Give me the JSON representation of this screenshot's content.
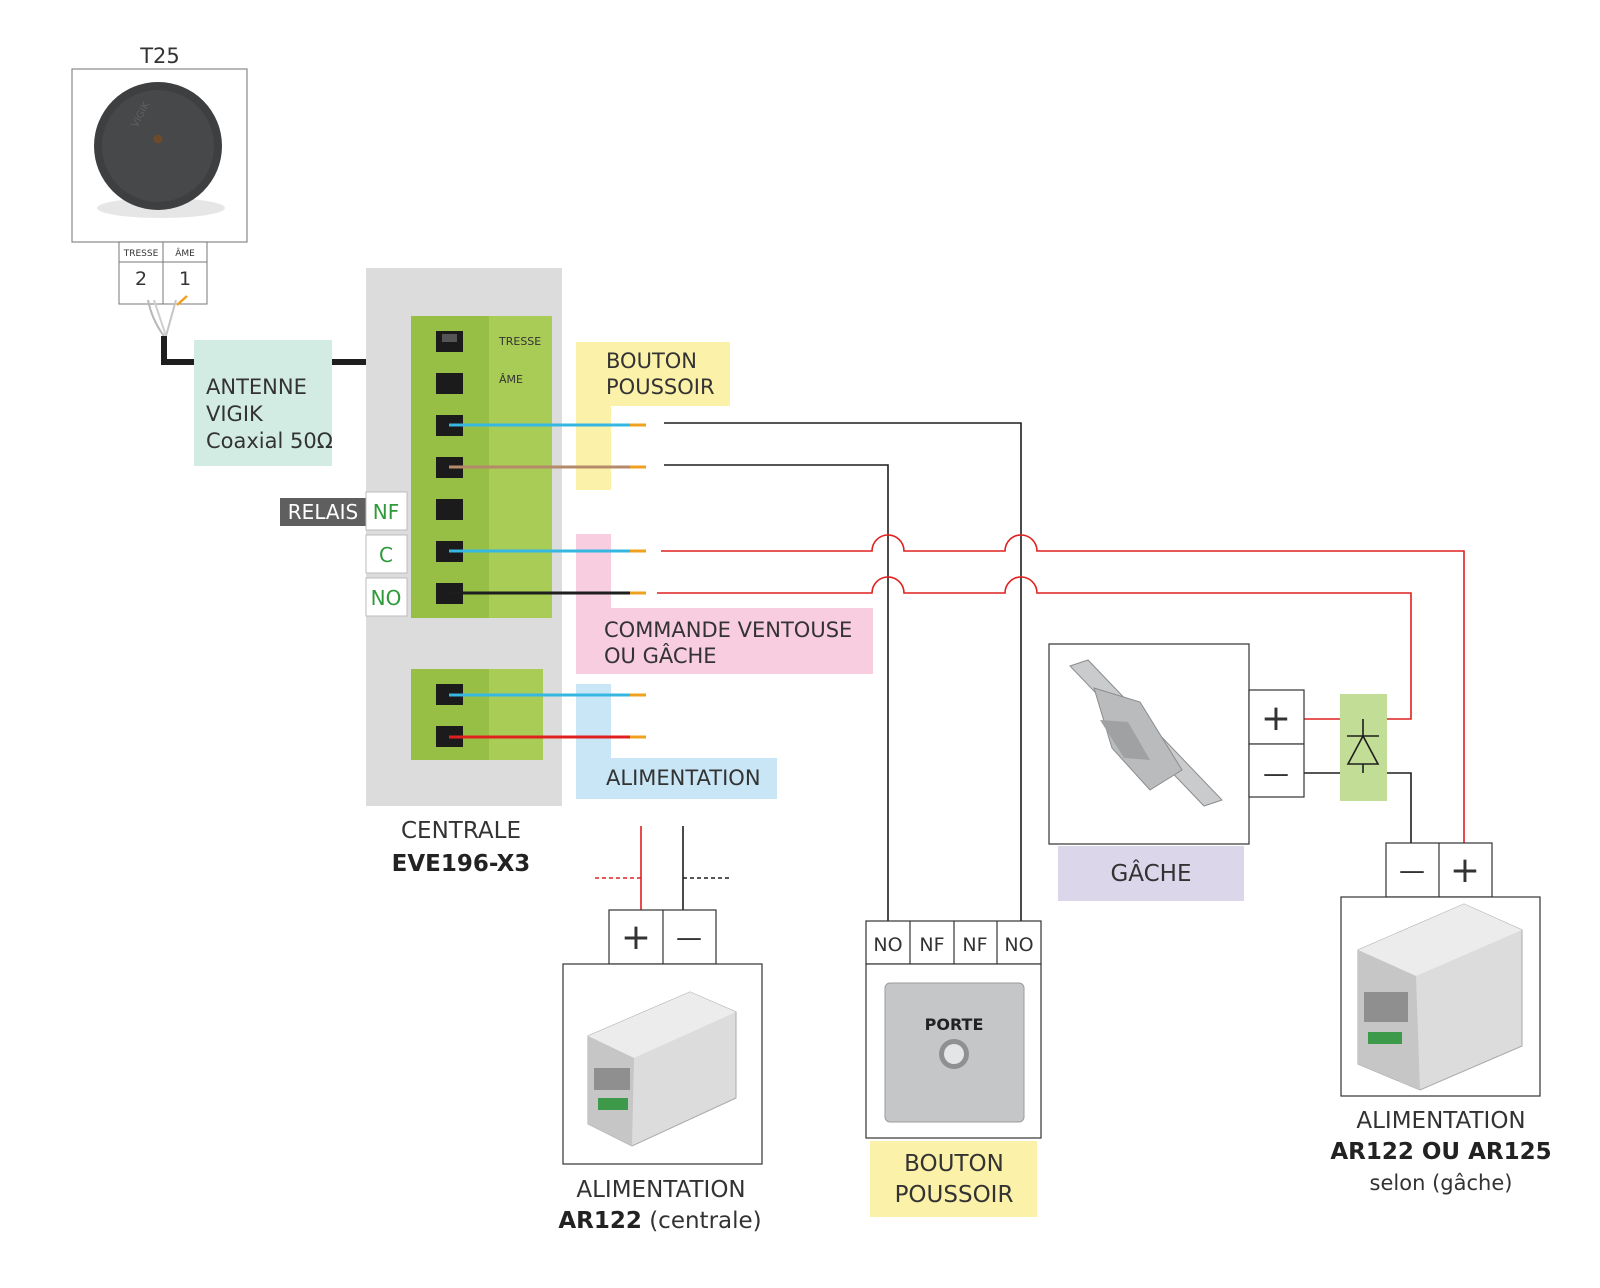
{
  "antenna": {
    "model": "T25",
    "terminal_labels": [
      "TRESSE",
      "ÂME"
    ],
    "terminal_numbers": [
      "2",
      "1"
    ],
    "tag_line1": "ANTENNE",
    "tag_line2": "VIGIK",
    "tag_line3": "Coaxial 50Ω",
    "device_text": "VIGIK",
    "tag_color": "#d3ece3"
  },
  "centrale": {
    "label": "CENTRALE",
    "model": "EVE196-X3",
    "terminal_tresse": "TRESSE",
    "terminal_ame": "ÂME",
    "relay_label": "RELAIS",
    "relay_contacts": [
      "NF",
      "C",
      "NO"
    ],
    "panel_color": "#dcdcdc",
    "connector_color": "#a9cc57"
  },
  "bouton_tag": {
    "line1": "BOUTON",
    "line2": "POUSSOIR",
    "color": "#fbf1a9"
  },
  "commande_tag": {
    "line1": "COMMANDE VENTOUSE",
    "line2": "OU GÂCHE",
    "color": "#f8cde0"
  },
  "alimentation_tag": {
    "label": "ALIMENTATION",
    "color": "#c8e6f6"
  },
  "gache": {
    "label": "GÂCHE",
    "plus": "+",
    "minus": "—",
    "tag_color": "#dcd6ea",
    "diode_color": "#c2dd95"
  },
  "alim_centrale": {
    "plus": "+",
    "minus": "—",
    "label": "ALIMENTATION",
    "model": "AR122",
    "suffix": " (centrale)"
  },
  "bouton_poussoir": {
    "contacts": [
      "NO",
      "NF",
      "NF",
      "NO"
    ],
    "plate_text": "PORTE",
    "label_line1": "BOUTON",
    "label_line2": "POUSSOIR",
    "tag_color": "#fbf1a9"
  },
  "alim_gache": {
    "minus": "—",
    "plus": "+",
    "label": "ALIMENTATION",
    "model": "AR122 OU AR125",
    "note": "selon (gâche)"
  },
  "colors": {
    "wire_red": "#e0201f",
    "wire_black": "#1e1e1e",
    "wire_blue": "#35b7e1",
    "wire_brown": "#b48a6a",
    "wire_orange": "#f0a020"
  }
}
